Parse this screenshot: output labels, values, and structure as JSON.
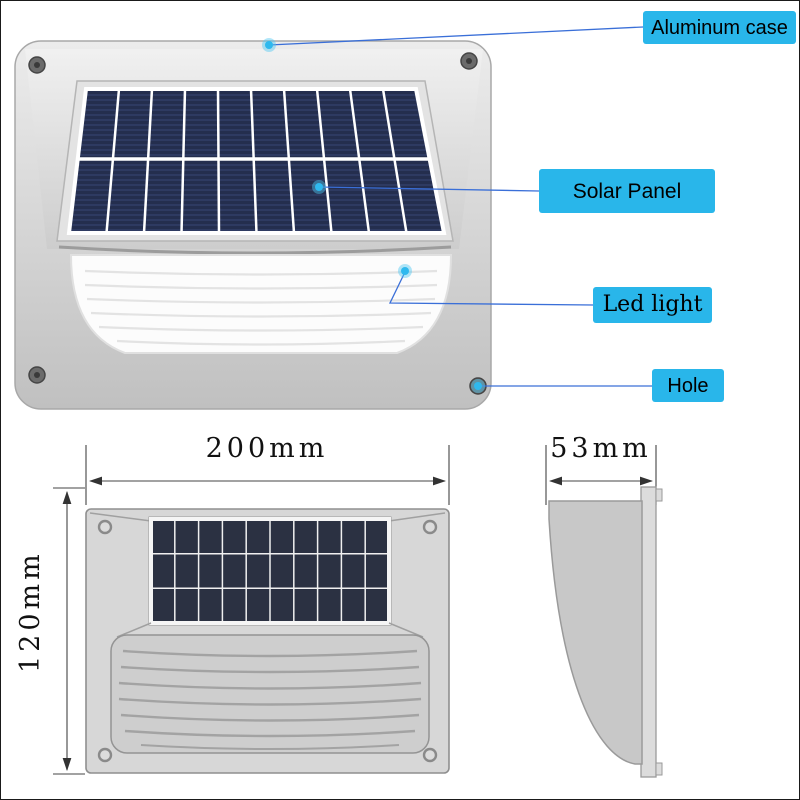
{
  "callouts": {
    "aluminum_case": "Aluminum case",
    "solar_panel": "Solar Panel",
    "led_light": "Led light",
    "hole": "Hole"
  },
  "dimensions": {
    "width": "200mm",
    "height": "120mm",
    "depth": "53mm"
  },
  "colors": {
    "callout_bg": "#29b6ea",
    "leader_line": "#3a6fd8",
    "callout_dot": "#2fb9ee",
    "solar_panel_dark": "#242e4e",
    "case_silver": "#d8d8d8",
    "led_diffuser": "#fcfcfc",
    "dimension_line": "#333333"
  }
}
